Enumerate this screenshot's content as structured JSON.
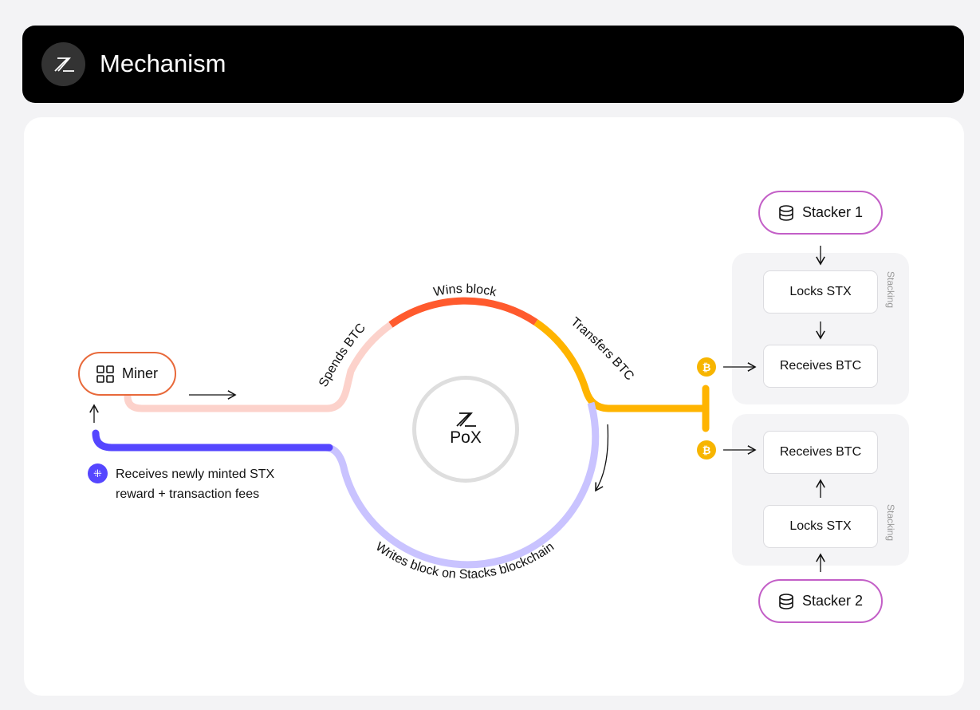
{
  "header": {
    "title": "Mechanism",
    "logo_icon": "stacks-logo-icon"
  },
  "diagram": {
    "miner": {
      "label": "Miner",
      "icon": "grid-icon"
    },
    "center": {
      "label": "PoX"
    },
    "arc_labels": {
      "spends": "Spends BTC",
      "wins": "Wins block",
      "transfers": "Transfers BTC",
      "writes": "Writes block on Stacks blockchain"
    },
    "reward": {
      "line1": "Receives newly minted STX",
      "line2": "reward + transaction fees",
      "icon": "stx-icon"
    },
    "stackers": [
      {
        "label": "Stacker 1",
        "locks": "Locks STX",
        "receives": "Receives BTC",
        "group_label": "Stacking"
      },
      {
        "label": "Stacker 2",
        "locks": "Locks STX",
        "receives": "Receives BTC",
        "group_label": "Stacking"
      }
    ],
    "coin_icon": "bitcoin-icon",
    "colors": {
      "spends": "#fcd2cb",
      "wins": "#ff5a2d",
      "transfers": "#ffb400",
      "writes": "#c9c3ff",
      "reward": "#5546ff",
      "miner_border": "#e8693a",
      "stacker_border": "#c35fc7"
    }
  }
}
